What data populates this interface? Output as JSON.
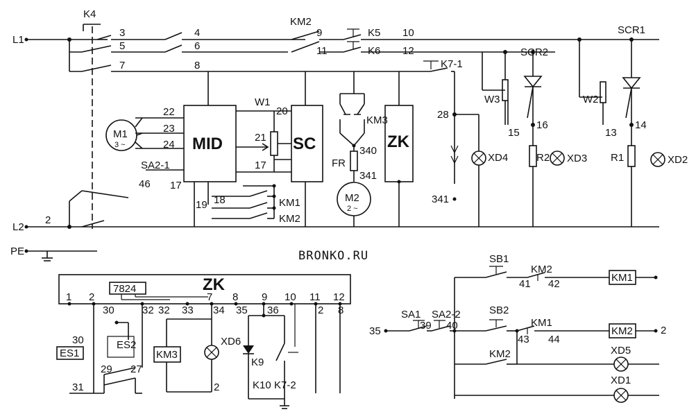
{
  "watermark": "BRONKO.RU",
  "power": {
    "l1": "L1",
    "l2": "L2",
    "pe": "PE",
    "k4": "K4",
    "n3": "3",
    "n4": "4",
    "n5": "5",
    "n6": "6",
    "n7": "7",
    "n8": "8",
    "n2": "2"
  },
  "upper": {
    "km2": "KM2",
    "n9": "9",
    "k5": "K5",
    "n10": "10",
    "n11": "11",
    "k6": "K6",
    "n12": "12",
    "k71": "K7-1",
    "scr1": "SCR1",
    "scr2": "SCR2",
    "w1": "W1",
    "w2": "W2",
    "w3": "W3",
    "n20": "20",
    "n21": "21",
    "n17a": "17",
    "n17b": "17",
    "n22": "22",
    "n23": "23",
    "n24": "24",
    "sa21": "SA2-1",
    "n46": "46",
    "m1": "M1",
    "m1sub": "3 ~",
    "m2": "M2",
    "m2sub": "2 ~",
    "mid": "MID",
    "sc": "SC",
    "zk": "ZK",
    "n19": "19",
    "n18": "18",
    "km1": "KM1",
    "km2b": "KM2",
    "km3": "KM3",
    "n340": "340",
    "fr": "FR",
    "n341": "341",
    "n28": "28",
    "n341b": "341",
    "xd4": "XD4",
    "n15": "15",
    "n16": "16",
    "r2": "R2",
    "xd3": "XD3",
    "n13": "13",
    "n14": "14",
    "r1": "R1",
    "xd2": "XD2"
  },
  "zkbox": {
    "title": "ZK",
    "chip": "7824",
    "t1": "1",
    "t2": "2",
    "t7": "7",
    "t8": "8",
    "t9": "9",
    "t10": "10",
    "t11": "11",
    "t12": "12",
    "n30": "30",
    "n32": "32",
    "n32b": "32",
    "n33": "33",
    "n34": "34",
    "n35": "35",
    "n36": "36",
    "es1": "ES1",
    "es1n": "30",
    "n31": "31",
    "es2": "ES2",
    "n29": "29",
    "n27": "27",
    "km3": "KM3",
    "xd6": "XD6",
    "n2b": "2",
    "n2c": "2",
    "n8b": "8",
    "k9": "K9",
    "k10": "K10",
    "k72": "K7-2"
  },
  "control": {
    "sb1": "SB1",
    "km2": "KM2",
    "n41": "41",
    "n42": "42",
    "km1coil": "KM1",
    "n35": "35",
    "sa1": "SA1",
    "n39": "39",
    "sa22": "SA2-2",
    "n40": "40",
    "sb2": "SB2",
    "km1": "KM1",
    "n43": "43",
    "n44": "44",
    "km2coil": "KM2",
    "n2": "2",
    "km2c": "KM2",
    "xd5": "XD5",
    "xd1": "XD1"
  }
}
